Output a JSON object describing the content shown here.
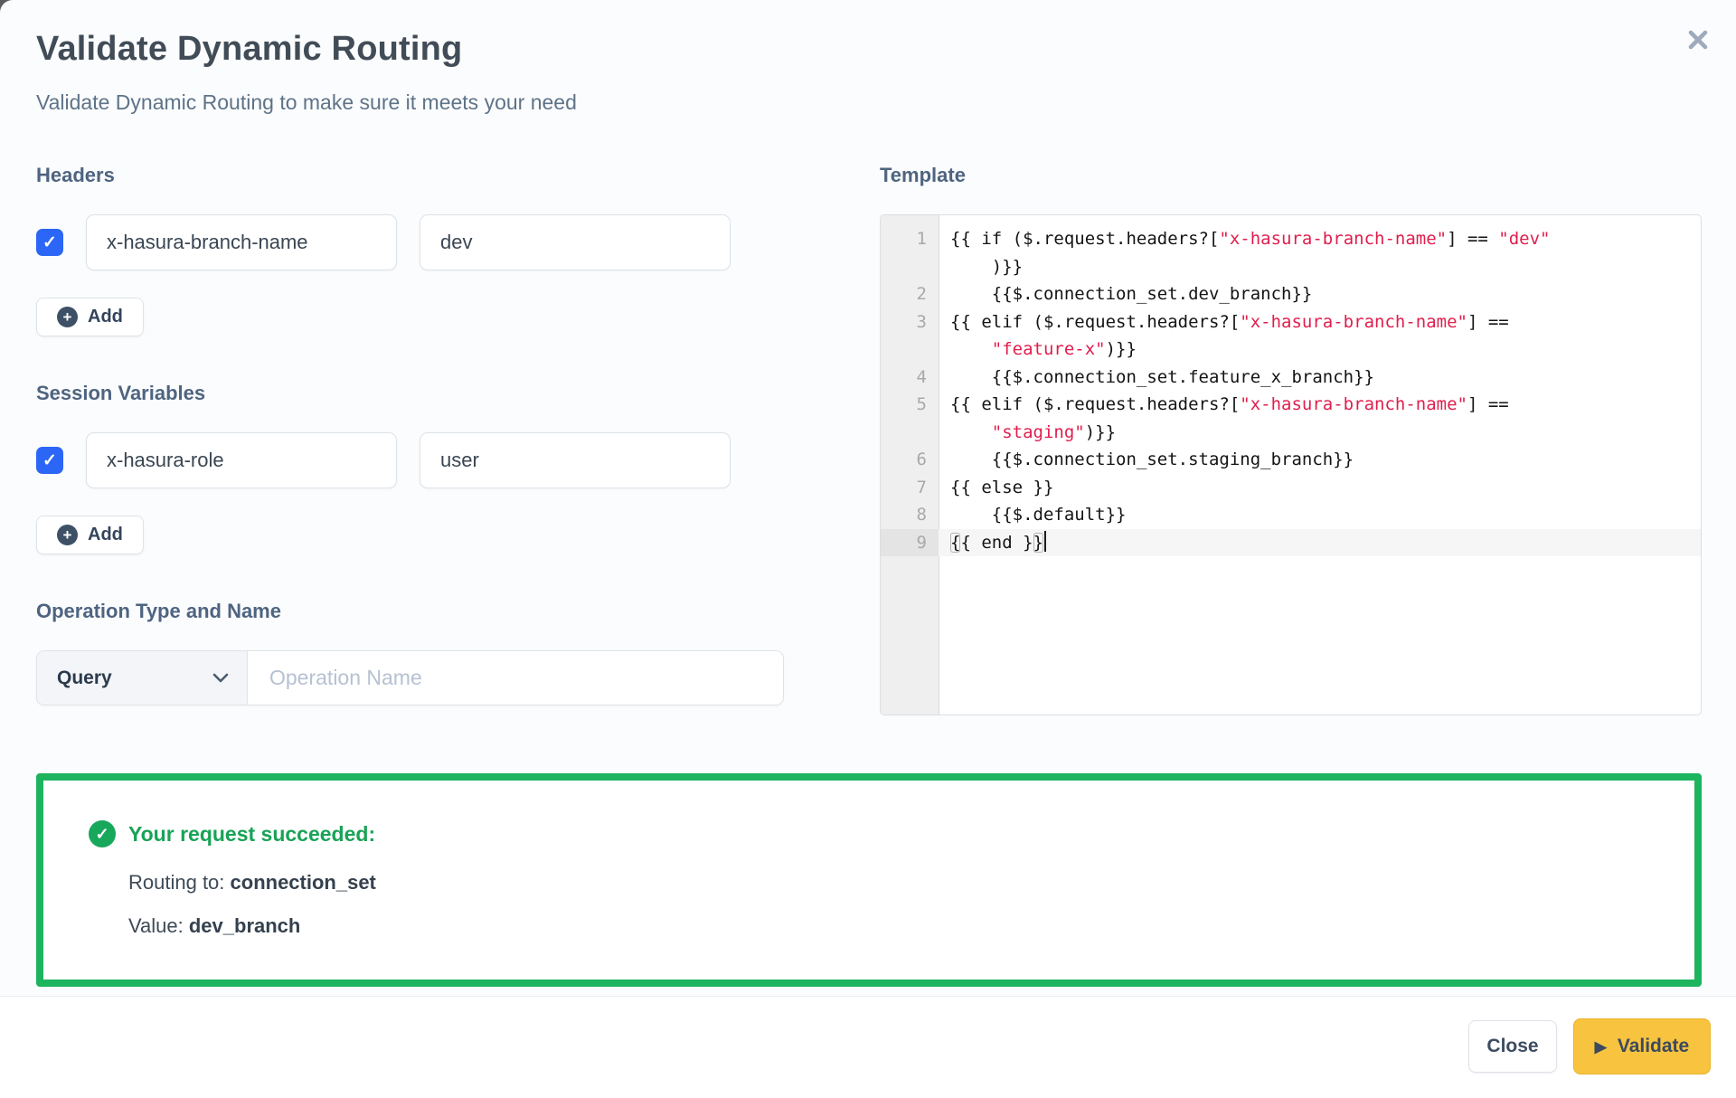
{
  "modal": {
    "title": "Validate Dynamic Routing",
    "subtitle": "Validate Dynamic Routing to make sure it meets your need"
  },
  "icons": {
    "close": "✕",
    "check": "✓",
    "plus": "+",
    "play": "▶",
    "chevron_down": "⌄"
  },
  "colors": {
    "checkbox_blue": "#2b66f6",
    "validate_yellow": "#f8c33e",
    "success_green_text": "#18a356",
    "success_green_border": "#1db45f",
    "code_string_red": "#e01e4d"
  },
  "headers_section": {
    "label": "Headers",
    "add_label": "Add",
    "rows": [
      {
        "checked": true,
        "key": "x-hasura-branch-name",
        "value": "dev"
      }
    ]
  },
  "session_section": {
    "label": "Session Variables",
    "add_label": "Add",
    "rows": [
      {
        "checked": true,
        "key": "x-hasura-role",
        "value": "user"
      }
    ]
  },
  "operation_section": {
    "label": "Operation Type and Name",
    "type_value": "Query",
    "name_placeholder": "Operation Name",
    "name_value": ""
  },
  "template_section": {
    "label": "Template",
    "rows": [
      {
        "num": "1",
        "active": false,
        "segments": [
          {
            "t": "{{ if ($.request.headers?[",
            "s": "code"
          },
          {
            "t": "\"x-hasura-branch-name\"",
            "s": "str"
          },
          {
            "t": "] == ",
            "s": "code"
          },
          {
            "t": "\"dev\"",
            "s": "str"
          }
        ]
      },
      {
        "num": "",
        "active": false,
        "segments": [
          {
            "t": "    )}}",
            "s": "code"
          }
        ]
      },
      {
        "num": "2",
        "active": false,
        "segments": [
          {
            "t": "    {{$.connection_set.dev_branch}}",
            "s": "code"
          }
        ]
      },
      {
        "num": "3",
        "active": false,
        "segments": [
          {
            "t": "{{ elif ($.request.headers?[",
            "s": "code"
          },
          {
            "t": "\"x-hasura-branch-name\"",
            "s": "str"
          },
          {
            "t": "] ==",
            "s": "code"
          }
        ]
      },
      {
        "num": "",
        "active": false,
        "segments": [
          {
            "t": "    ",
            "s": "code"
          },
          {
            "t": "\"feature-x\"",
            "s": "str"
          },
          {
            "t": ")}}",
            "s": "code"
          }
        ]
      },
      {
        "num": "4",
        "active": false,
        "segments": [
          {
            "t": "    {{$.connection_set.feature_x_branch}}",
            "s": "code"
          }
        ]
      },
      {
        "num": "5",
        "active": false,
        "segments": [
          {
            "t": "{{ elif ($.request.headers?[",
            "s": "code"
          },
          {
            "t": "\"x-hasura-branch-name\"",
            "s": "str"
          },
          {
            "t": "] ==",
            "s": "code"
          }
        ]
      },
      {
        "num": "",
        "active": false,
        "segments": [
          {
            "t": "    ",
            "s": "code"
          },
          {
            "t": "\"staging\"",
            "s": "str"
          },
          {
            "t": ")}}",
            "s": "code"
          }
        ]
      },
      {
        "num": "6",
        "active": false,
        "segments": [
          {
            "t": "    {{$.connection_set.staging_branch}}",
            "s": "code"
          }
        ]
      },
      {
        "num": "7",
        "active": false,
        "segments": [
          {
            "t": "{{ else }}",
            "s": "code"
          }
        ]
      },
      {
        "num": "8",
        "active": false,
        "segments": [
          {
            "t": "    {{$.default}}",
            "s": "code"
          }
        ]
      },
      {
        "num": "9",
        "active": true,
        "cursor": true,
        "segments": [
          {
            "t": "{",
            "s": "match"
          },
          {
            "t": "{ end }",
            "s": "code"
          },
          {
            "t": "}",
            "s": "match"
          }
        ]
      }
    ]
  },
  "result": {
    "title": "Your request succeeded:",
    "routing_label": "Routing to: ",
    "routing_value": "connection_set",
    "value_label": "Value: ",
    "value_value": "dev_branch"
  },
  "footer": {
    "close_label": "Close",
    "validate_label": "Validate"
  }
}
